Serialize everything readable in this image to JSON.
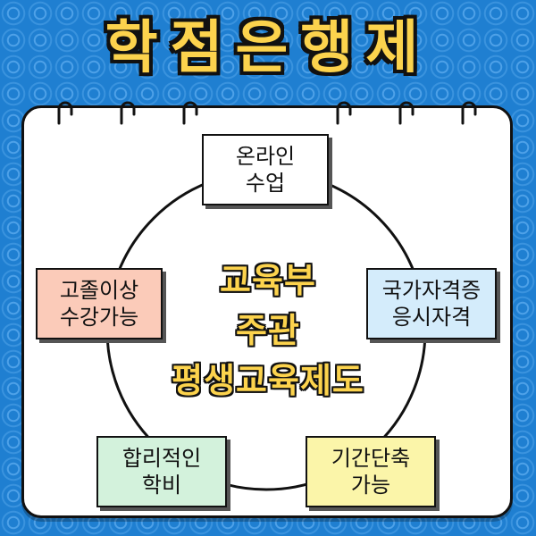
{
  "title": "학점은행제",
  "center_lines": [
    "교육부",
    "주관",
    "평생교육제도"
  ],
  "boxes": {
    "top": {
      "lines": [
        "온라인",
        "수업"
      ],
      "color": "#ffffff"
    },
    "left": {
      "lines": [
        "고졸이상",
        "수강가능"
      ],
      "color": "#fbcbb9"
    },
    "right": {
      "lines": [
        "국가자격증",
        "응시자격"
      ],
      "color": "#d4ecfb"
    },
    "bottom_left": {
      "lines": [
        "합리적인",
        "학비"
      ],
      "color": "#d3f2dc"
    },
    "bottom_right": {
      "lines": [
        "기간단축",
        "가능"
      ],
      "color": "#fbf5a9"
    }
  },
  "colors": {
    "background": "#1f7fd1",
    "title": "#fcd34d",
    "center_text": "#fcd34d"
  }
}
